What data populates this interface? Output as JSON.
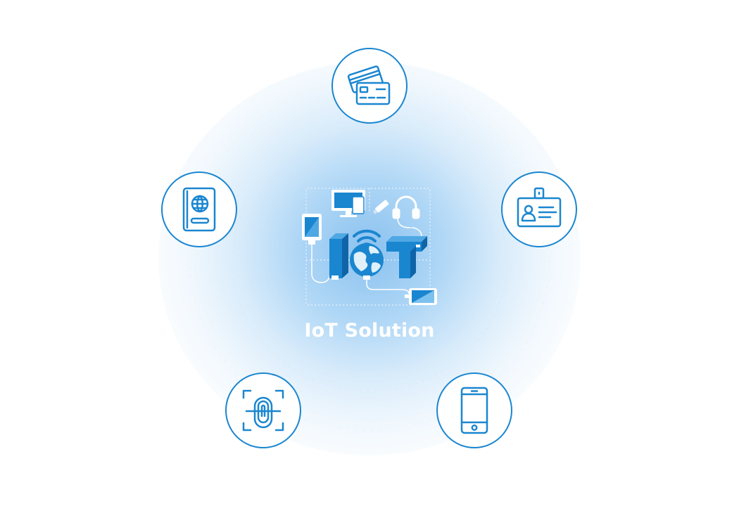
{
  "center": {
    "title": "IoT Solution",
    "art_icon": "iot-devices-illustration"
  },
  "nodes": [
    {
      "id": "payment-cards",
      "icon": "payment-cards-icon"
    },
    {
      "id": "id-badge",
      "icon": "id-badge-icon"
    },
    {
      "id": "mobile-phone",
      "icon": "mobile-phone-icon"
    },
    {
      "id": "fingerprint-scan",
      "icon": "fingerprint-scan-icon"
    },
    {
      "id": "passport",
      "icon": "passport-icon"
    }
  ],
  "colors": {
    "accent": "#1a86d0",
    "glow": "#84beee",
    "label": "#ffffff"
  }
}
